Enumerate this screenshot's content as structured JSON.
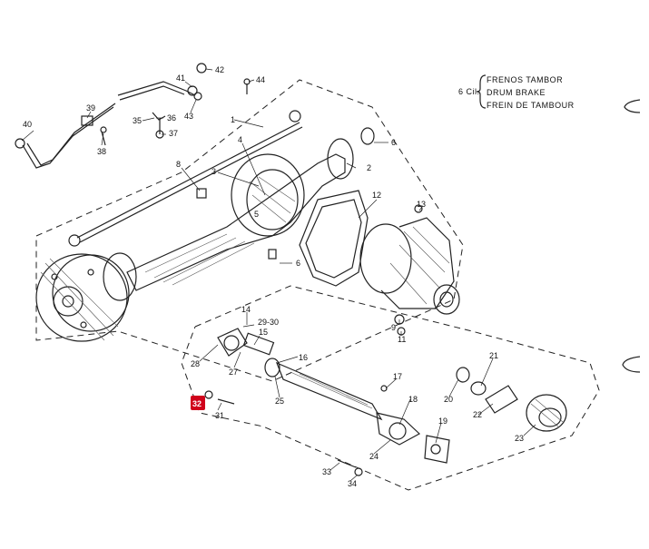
{
  "legend": {
    "prefix": "6 Cil.",
    "lines": [
      "FRENOS TAMBOR",
      "DRUM BRAKE",
      "FREIN DE TAMBOUR"
    ]
  },
  "callouts": [
    {
      "id": "c1",
      "text": "1"
    },
    {
      "id": "c2",
      "text": "2"
    },
    {
      "id": "c3",
      "text": "3"
    },
    {
      "id": "c4",
      "text": "4"
    },
    {
      "id": "c5",
      "text": "5"
    },
    {
      "id": "c6",
      "text": "6"
    },
    {
      "id": "c6b",
      "text": "6"
    },
    {
      "id": "c8",
      "text": "8"
    },
    {
      "id": "c9",
      "text": "9"
    },
    {
      "id": "c11",
      "text": "11"
    },
    {
      "id": "c12",
      "text": "12"
    },
    {
      "id": "c13",
      "text": "13"
    },
    {
      "id": "c14",
      "text": "14"
    },
    {
      "id": "c15",
      "text": "15"
    },
    {
      "id": "c16",
      "text": "16"
    },
    {
      "id": "c17",
      "text": "17"
    },
    {
      "id": "c18",
      "text": "18"
    },
    {
      "id": "c19",
      "text": "19"
    },
    {
      "id": "c20",
      "text": "20"
    },
    {
      "id": "c21",
      "text": "21"
    },
    {
      "id": "c22",
      "text": "22"
    },
    {
      "id": "c23",
      "text": "23"
    },
    {
      "id": "c24",
      "text": "24"
    },
    {
      "id": "c25",
      "text": "25"
    },
    {
      "id": "c27",
      "text": "27"
    },
    {
      "id": "c28",
      "text": "28"
    },
    {
      "id": "c2930",
      "text": "29-30"
    },
    {
      "id": "c31",
      "text": "31"
    },
    {
      "id": "c33",
      "text": "33"
    },
    {
      "id": "c34",
      "text": "34"
    },
    {
      "id": "c35",
      "text": "35"
    },
    {
      "id": "c36",
      "text": "36"
    },
    {
      "id": "c37",
      "text": "37"
    },
    {
      "id": "c38",
      "text": "38"
    },
    {
      "id": "c39",
      "text": "39"
    },
    {
      "id": "c40",
      "text": "40"
    },
    {
      "id": "c41",
      "text": "41"
    },
    {
      "id": "c42",
      "text": "42"
    },
    {
      "id": "c43",
      "text": "43"
    },
    {
      "id": "c44",
      "text": "44"
    }
  ],
  "highlight": {
    "text": "32",
    "color": "#d0021b"
  },
  "colors": {
    "ink": "#222222",
    "paper": "#ffffff",
    "highlight": "#d0021b"
  }
}
